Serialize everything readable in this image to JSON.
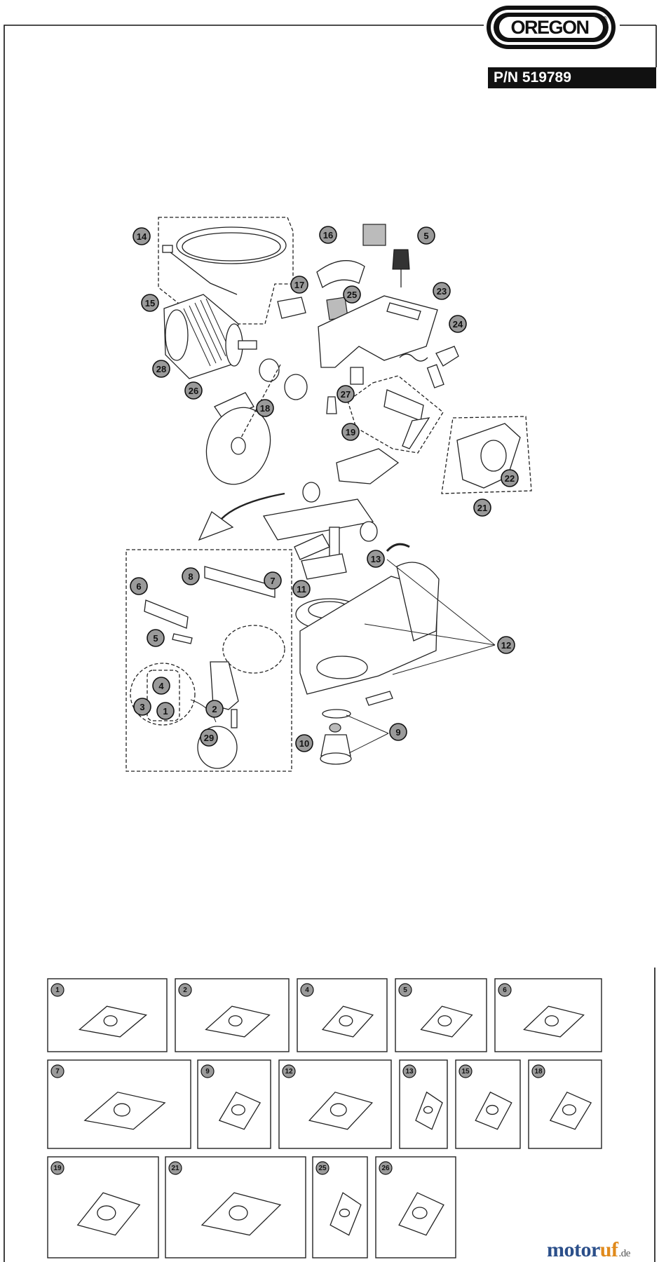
{
  "header": {
    "brand": "OREGON",
    "brand_mark": "®",
    "part_number": "P/N 519789"
  },
  "exploded_view": {
    "callouts": [
      "1",
      "2",
      "3",
      "4",
      "5",
      "5",
      "6",
      "7",
      "8",
      "9",
      "10",
      "11",
      "12",
      "13",
      "14",
      "15",
      "16",
      "17",
      "18",
      "19",
      "21",
      "22",
      "23",
      "24",
      "25",
      "26",
      "27",
      "28",
      "29"
    ]
  },
  "kit_panels": [
    "1",
    "2",
    "4",
    "5",
    "6",
    "7",
    "9",
    "12",
    "13",
    "15",
    "18",
    "19",
    "21",
    "25",
    "26"
  ],
  "watermark": {
    "text": "motoruf",
    "suffix": ".de"
  },
  "colors": {
    "callout_fill": "#9a9a9a",
    "line": "#222222",
    "badge": "#111111",
    "watermark_blue": "#2b4f8a",
    "watermark_orange": "#e08a1c"
  }
}
